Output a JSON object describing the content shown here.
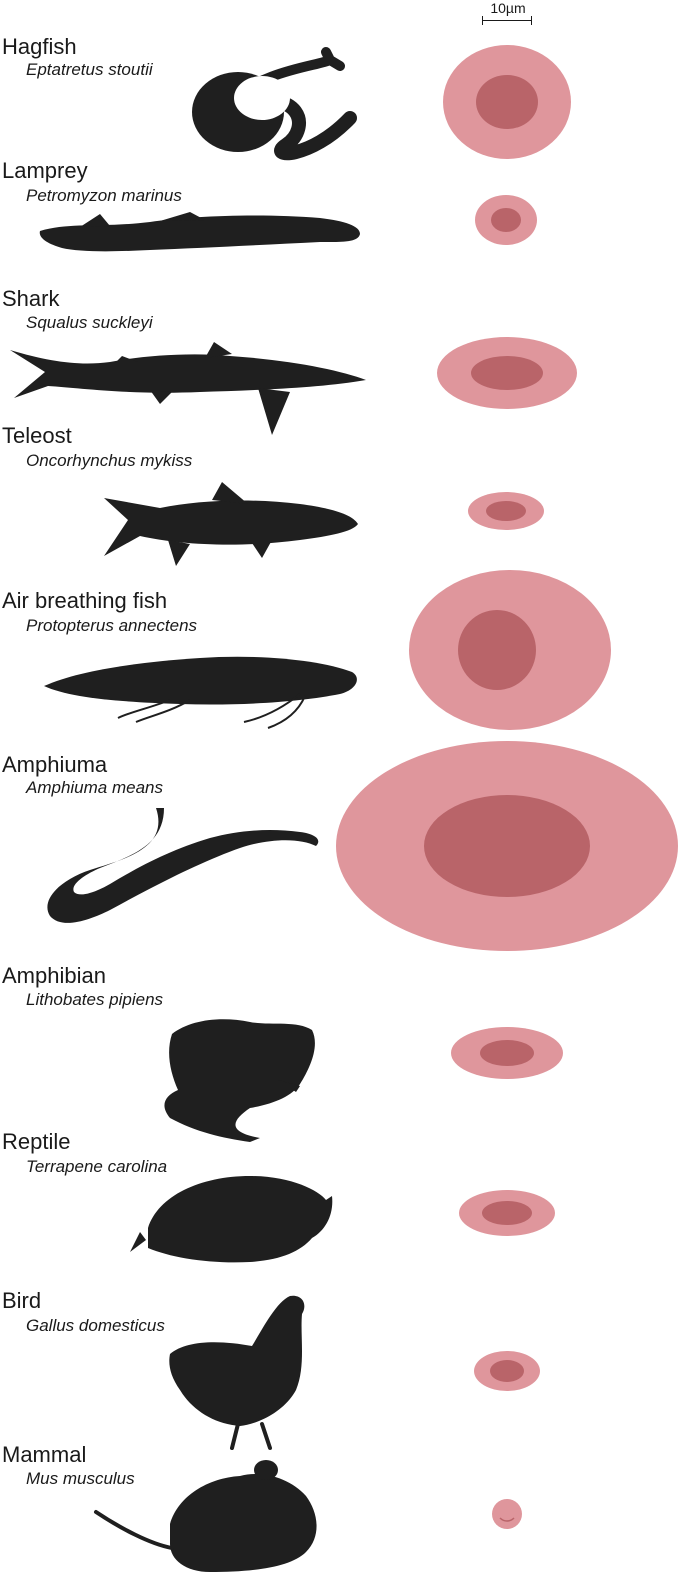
{
  "scale_bar": {
    "label": "10µm"
  },
  "colors": {
    "silhouette": "#1f1f1f",
    "cell": "#df969c",
    "nucleus": "#b96469"
  },
  "organisms": [
    {
      "name": "Hagfish",
      "species": "Eptatretus stoutii",
      "silhouette_icon": "hagfish-silhouette-icon"
    },
    {
      "name": "Lamprey",
      "species": "Petromyzon marinus",
      "silhouette_icon": "lamprey-silhouette-icon"
    },
    {
      "name": "Shark",
      "species": "Squalus suckleyi",
      "silhouette_icon": "shark-silhouette-icon"
    },
    {
      "name": "Teleost",
      "species": "Oncorhynchus mykiss",
      "silhouette_icon": "trout-silhouette-icon"
    },
    {
      "name": "Air breathing fish",
      "species": "Protopterus annectens",
      "silhouette_icon": "lungfish-silhouette-icon"
    },
    {
      "name": "Amphiuma",
      "species": "Amphiuma means",
      "silhouette_icon": "amphiuma-silhouette-icon"
    },
    {
      "name": "Amphibian",
      "species": "Lithobates pipiens",
      "silhouette_icon": "frog-silhouette-icon"
    },
    {
      "name": "Reptile",
      "species": "Terrapene carolina",
      "silhouette_icon": "turtle-silhouette-icon"
    },
    {
      "name": "Bird",
      "species": "Gallus domesticus",
      "silhouette_icon": "chicken-silhouette-icon"
    },
    {
      "name": "Mammal",
      "species": "Mus musculus",
      "silhouette_icon": "mouse-silhouette-icon"
    }
  ]
}
